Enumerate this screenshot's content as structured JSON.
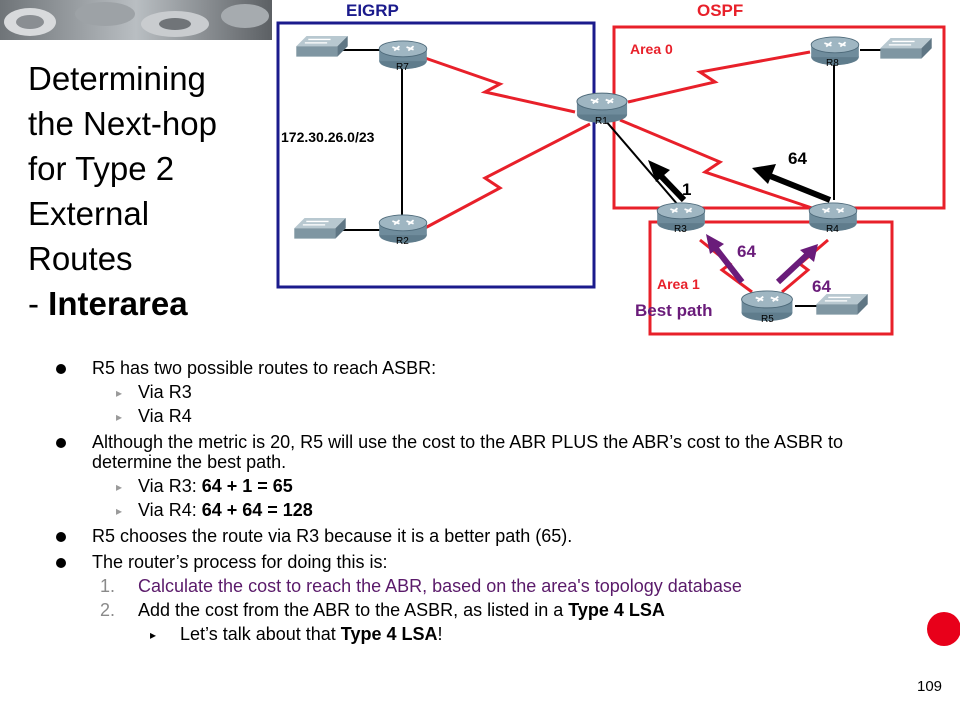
{
  "slide": {
    "title_line1": "Determining",
    "title_line2": "the Next-hop",
    "title_line3": "for Type 2",
    "title_line4": "External",
    "title_line5": "Routes",
    "title_prefix": "- ",
    "title_strong": "Interarea",
    "slide_number": "109"
  },
  "diagram": {
    "eigrp_label": "EIGRP",
    "ospf_label": "OSPF",
    "area0_label": "Area 0",
    "area1_label": "Area 1",
    "network_label": "172.30.26.0/23",
    "best_path_label": "Best path",
    "cost_r4_r1": "64",
    "cost_r3_r1": "1",
    "cost_r5_r3": "64",
    "cost_r5_r4": "64",
    "routers": {
      "r1": "R1",
      "r2": "R2",
      "r3": "R3",
      "r4": "R4",
      "r5": "R5",
      "r7": "R7",
      "r8": "R8"
    },
    "colors": {
      "eigrp_box": "#1b1b8c",
      "ospf_box": "#e8202a",
      "link": "#e8202a",
      "arrow_purple": "#6a1c7a",
      "arrow_black": "#000000"
    }
  },
  "content": {
    "bullet1": "R5 has two possible routes to reach ASBR:",
    "bullet1_sub1": "Via R3",
    "bullet1_sub2": "Via R4",
    "bullet2": "Although the metric is 20, R5 will use the cost to the ABR PLUS the ABR’s cost to the ASBR to determine the best path.",
    "bullet2_sub1_prefix": "Via R3: ",
    "bullet2_sub1_strong": "64 + 1 = 65",
    "bullet2_sub2_prefix": "Via R4: ",
    "bullet2_sub2_strong": "64 + 64 = 128",
    "bullet3": "R5 chooses the route via R3 because it is a better path (65).",
    "bullet4": "The router’s process for doing this is:",
    "step1_num": "1.",
    "step1": "Calculate the cost to reach the ABR, based on the area's topology database",
    "step2_num": "2.",
    "step2_prefix": "Add the cost from the ABR to the ASBR, as listed in a ",
    "step2_strong": "Type 4 LSA",
    "step2_sub_prefix": "Let’s talk about that ",
    "step2_sub_strong": "Type 4 LSA",
    "step2_sub_suffix": "!"
  }
}
